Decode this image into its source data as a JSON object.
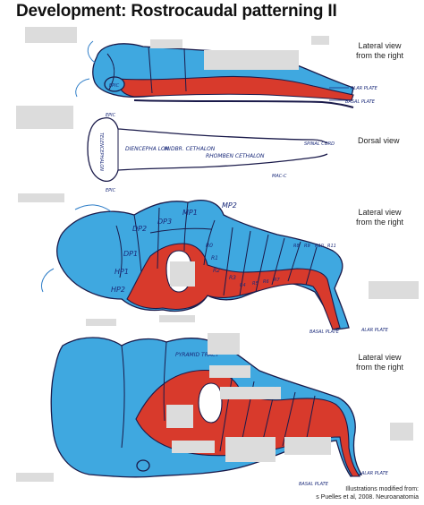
{
  "title": "Development: Rostrocaudal patterning II",
  "views": {
    "view1": [
      "Lateral view",
      "from the right"
    ],
    "view2": "Dorsal view",
    "view3": [
      "Lateral view",
      "from the right"
    ],
    "view4": [
      "Lateral view",
      "from the right"
    ]
  },
  "credit": [
    "Illustrations modified from:",
    "s Puelles et al, 2008. Neuroanatomia"
  ],
  "handwritten": {
    "epic": "EPIC",
    "alar_plate": "ALAR PLATE",
    "basal_plate": "BASAL PLATE",
    "diencephalon": "DIENCEPHA LON",
    "midbrain": "MIDBR. CETHALON",
    "rhombencephalon": "RHOMBEN CETHALON",
    "spinal_cord": "SPINAL CORD",
    "telencephalon": "TELENCEPHALON",
    "mac": "MAC-C",
    "dp2": "DP2",
    "dp3": "DP3",
    "dp1": "DP1",
    "mp1": "MP1",
    "mp2": "MP2",
    "hp1": "HP1",
    "hp2": "HP2",
    "r0": "R0",
    "r1": "R1",
    "r2": "R2",
    "r3": "R3",
    "r4": "R4",
    "r5": "R5",
    "r6": "R6",
    "r7": "R7",
    "r8": "R8",
    "r9": "R9",
    "r10": "R10",
    "r11": "R11",
    "pyramid": "PYRAMID TRACT"
  },
  "colors": {
    "alar": "#3fa8e0",
    "basal": "#d83a2c",
    "outline": "#1a1a4a",
    "redacted": "#dcdcdc"
  }
}
